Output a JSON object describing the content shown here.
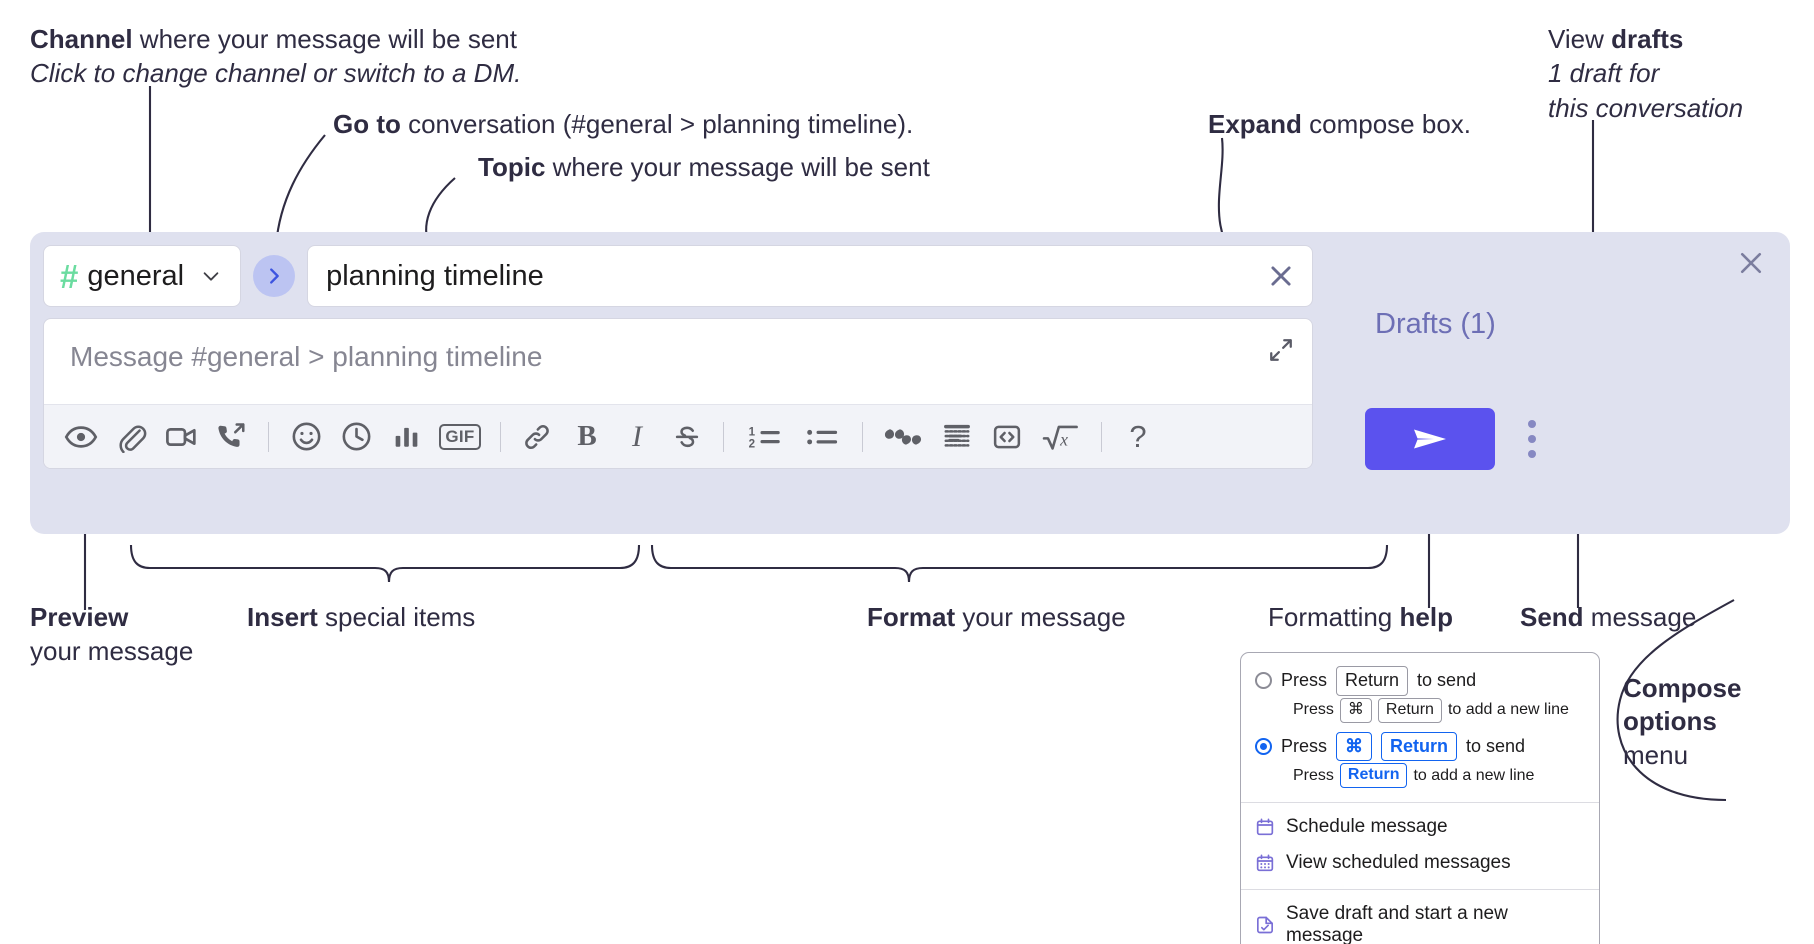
{
  "annotations": {
    "channel": {
      "bold": "Channel",
      "rest": " where your message will be sent",
      "italic": "Click to change channel or switch to a DM."
    },
    "goto": {
      "bold": "Go to",
      "rest": " conversation (#general > planning timeline)."
    },
    "topic": {
      "bold": "Topic",
      "rest": " where your message will be sent"
    },
    "expand": {
      "bold": "Expand",
      "rest": " compose box."
    },
    "drafts": {
      "rest": "View ",
      "bold": "drafts",
      "italic1": "1 draft for",
      "italic2": "this conversation"
    },
    "preview": {
      "bold": "Preview",
      "rest": "your message"
    },
    "insert": {
      "bold": "Insert",
      "rest": " special items"
    },
    "format": {
      "bold": "Format",
      "rest": " your message"
    },
    "help": {
      "rest": "Formatting ",
      "bold": "help"
    },
    "send": {
      "bold": "Send",
      "rest": " message"
    },
    "compose_options": {
      "bold1": "Compose",
      "bold2": "options",
      "rest": "menu"
    }
  },
  "compose": {
    "channel": {
      "hash": "#",
      "name": "general",
      "chevron_icon": "chevron-down-icon"
    },
    "goto_icon": "chevron-right-icon",
    "topic": {
      "value": "planning timeline",
      "clear_icon": "close-icon"
    },
    "message": {
      "placeholder": "Message #general > planning timeline",
      "expand_icon": "expand-icon"
    },
    "close_icon": "close-icon",
    "toolbar": [
      {
        "name": "preview-icon",
        "label": "Preview"
      },
      {
        "name": "attachment-icon",
        "label": "Attach file"
      },
      {
        "name": "video-icon",
        "label": "Record video clip"
      },
      {
        "name": "audio-call-icon",
        "label": "Record audio clip"
      },
      {
        "name": "separator",
        "label": ""
      },
      {
        "name": "emoji-icon",
        "label": "Emoji"
      },
      {
        "name": "clock-icon",
        "label": "Reminder"
      },
      {
        "name": "poll-icon",
        "label": "Poll"
      },
      {
        "name": "gif-icon",
        "label": "GIF"
      },
      {
        "name": "separator",
        "label": ""
      },
      {
        "name": "link-icon",
        "label": "Link"
      },
      {
        "name": "bold-icon",
        "label": "B"
      },
      {
        "name": "italic-icon",
        "label": "I"
      },
      {
        "name": "strikethrough-icon",
        "label": "Strikethrough"
      },
      {
        "name": "separator",
        "label": ""
      },
      {
        "name": "ordered-list-icon",
        "label": "Ordered list"
      },
      {
        "name": "bulleted-list-icon",
        "label": "Bulleted list"
      },
      {
        "name": "separator",
        "label": ""
      },
      {
        "name": "blockquote-icon",
        "label": "Blockquote"
      },
      {
        "name": "code-block-icon",
        "label": "Code block"
      },
      {
        "name": "code-icon",
        "label": "Code"
      },
      {
        "name": "math-icon",
        "label": "Math"
      },
      {
        "name": "separator",
        "label": ""
      },
      {
        "name": "help-icon",
        "label": "?"
      }
    ],
    "drafts_label": "Drafts (1)",
    "send_icon": "send-icon",
    "kebab_icon": "more-options-icon"
  },
  "options_menu": {
    "radio_options": [
      {
        "selected": false,
        "press": "Press",
        "key": "Return",
        "tail": "to send",
        "sub_press": "Press",
        "sub_keys": [
          "⌘",
          "Return"
        ],
        "sub_tail": "to add a new line"
      },
      {
        "selected": true,
        "press": "Press",
        "key1": "⌘",
        "key2": "Return",
        "tail": "to send",
        "sub_press": "Press",
        "sub_key": "Return",
        "sub_tail": "to add a new line"
      }
    ],
    "items": [
      {
        "icon": "calendar-icon",
        "label": "Schedule message"
      },
      {
        "icon": "calendar-grid-icon",
        "label": "View scheduled messages"
      },
      {
        "icon": "save-draft-icon",
        "label": "Save draft and start a new message"
      }
    ]
  },
  "colors": {
    "compose_bg": "#dfe1ef",
    "accent_purple": "#5b52ee",
    "drafts_text": "#6d6fb5",
    "hash_green": "#6bdca0",
    "key_blue": "#1264f0"
  }
}
